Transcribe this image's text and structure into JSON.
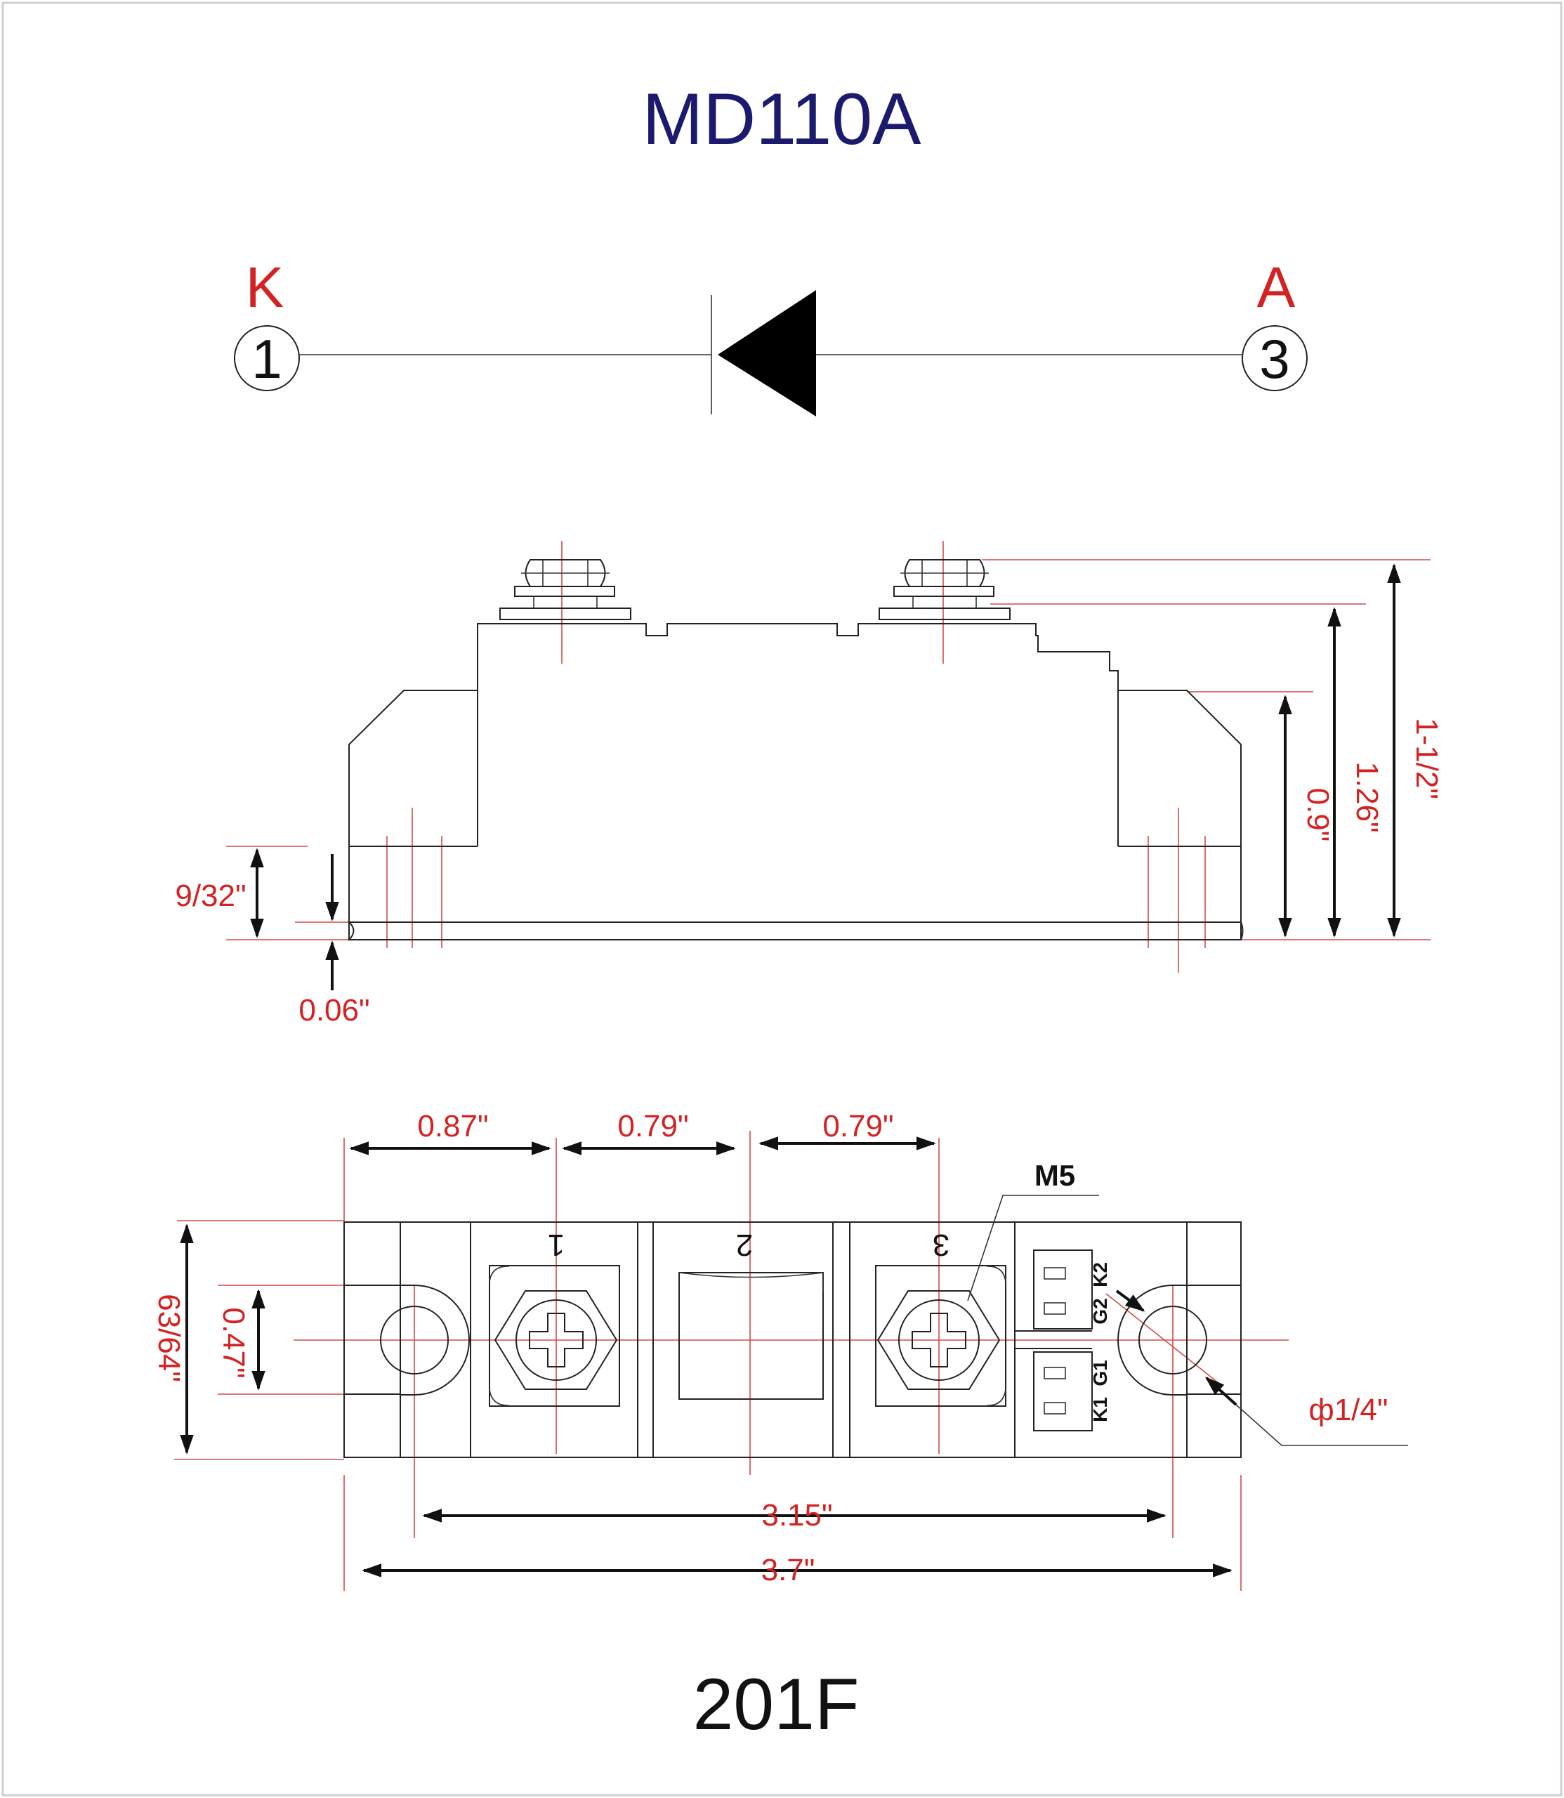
{
  "title": "MD110A",
  "footer_code": "201F",
  "colors": {
    "title": "#1c1a6e",
    "dimension": "#d42222",
    "outline": "#222222",
    "arrow": "#111111"
  },
  "schematic": {
    "cathode_letter": "K",
    "anode_letter": "A",
    "cathode_pin": "1",
    "anode_pin": "3"
  },
  "side_view": {
    "dim_9_32": "9/32\"",
    "dim_0_06": "0.06\"",
    "dim_0_9": "0.9\"",
    "dim_1_26": "1.26\"",
    "dim_1_1_2": "1-1/2\""
  },
  "top_view": {
    "dim_0_87": "0.87\"",
    "dim_0_79_a": "0.79\"",
    "dim_0_79_b": "0.79\"",
    "screw_label": "M5",
    "terminal_1": "1",
    "terminal_2": "2",
    "terminal_3": "3",
    "pin_k2": "K2",
    "pin_g2": "G2",
    "pin_g1": "G1",
    "pin_k1": "K1",
    "dim_63_64": "63/64\"",
    "dim_0_47": "0.47\"",
    "dim_hole": "ф1/4\"",
    "dim_3_15": "3.15\"",
    "dim_3_7": "3.7\""
  }
}
